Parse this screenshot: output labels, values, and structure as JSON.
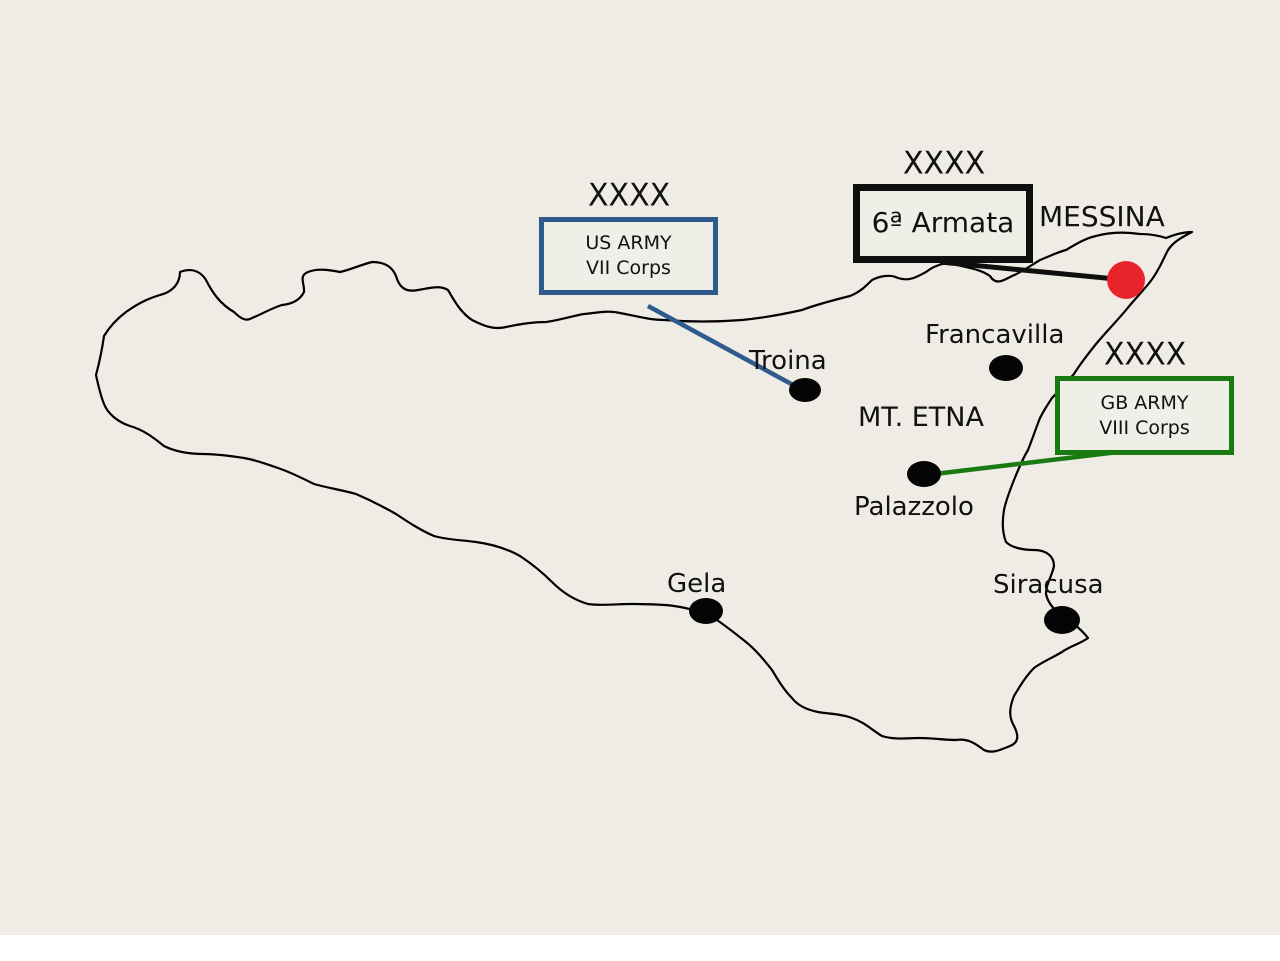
{
  "map": {
    "background_color": "#eeece5",
    "coast_color": "#000000"
  },
  "cities": {
    "messina": {
      "label": "MESSINA",
      "marker_color": "#e8242a"
    },
    "troina": {
      "label": "Troina"
    },
    "francavilla": {
      "label": "Francavilla"
    },
    "etna": {
      "label": "MT. ETNA"
    },
    "palazzolo": {
      "label": "Palazzolo"
    },
    "gela": {
      "label": "Gela"
    },
    "siracusa": {
      "label": "Siracusa"
    }
  },
  "units": {
    "us": {
      "echelon": "XXXX",
      "line1": "US ARMY",
      "line2": "VII Corps",
      "color": "#2e5a8c"
    },
    "italian": {
      "echelon": "XXXX",
      "line1": "6ª Armata",
      "color": "#0f0f0f"
    },
    "gb": {
      "echelon": "XXXX",
      "line1": "GB ARMY",
      "line2": "VIII Corps",
      "color": "#1a7a12"
    }
  }
}
